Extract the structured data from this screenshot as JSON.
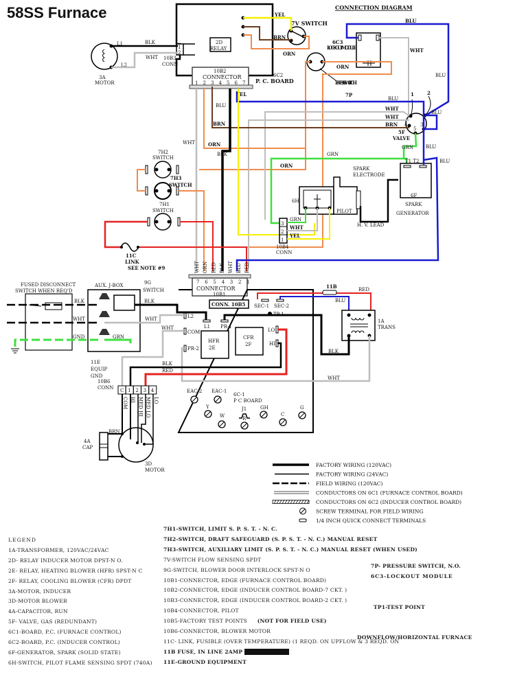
{
  "title": "58SS Furnace",
  "diagram_title": "CONNECTION DIAGRAM",
  "wire_colors": {
    "BLK": "#000000",
    "WHT": "#bdbdbd",
    "ORN": "#f08c4c",
    "BRN": "#6b3d1e",
    "YEL": "#f5f000",
    "BLU": "#1a1ad0",
    "GRN": "#3de03d",
    "RED": "#e52222"
  },
  "components": {
    "motor_3a": {
      "id": "3A",
      "name": "MOTOR",
      "terminals": [
        "L1",
        "L2"
      ]
    },
    "relay_2d": {
      "id": "2D",
      "name": "RELAY"
    },
    "conn_10b3": {
      "id": "10B3",
      "name": "CONN",
      "pins": [
        "1",
        "2"
      ]
    },
    "conn_10b2": {
      "id": "10B2",
      "name": "CONNECTOR",
      "pins": [
        "1",
        "2",
        "3",
        "4",
        "5",
        "6",
        "7"
      ]
    },
    "board_6c2": {
      "id": "6C2",
      "name": "P. C. BOARD"
    },
    "switch_7v": {
      "id": "7V",
      "name": "SWITCH"
    },
    "lockout_6c3": {
      "id": "6C3",
      "name": "LOCKOUT MODULE"
    },
    "press_switch_7p": {
      "id": "7P",
      "name": "PRESS. SWITCH"
    },
    "valve_5f": {
      "id": "5F",
      "name": "VALVE",
      "pins": [
        "1",
        "2",
        "3",
        "4",
        "5"
      ]
    },
    "spark_electrode": {
      "name": "SPARK ELECTRODE"
    },
    "spark_gen_6f": {
      "id": "6F",
      "name": "SPARK GENERATOR",
      "terminals": [
        "T1",
        "T2"
      ]
    },
    "pilot": {
      "name": "PILOT",
      "switch_id": "6H"
    },
    "hv_lead": {
      "name": "H. V. LEAD"
    },
    "conn_10b4": {
      "id": "10B4",
      "name": "CONN",
      "pins": [
        "3",
        "2",
        "1"
      ]
    },
    "switch_7h2": {
      "id": "7H2",
      "name": "SWITCH"
    },
    "switch_7h3": {
      "id": "7H3",
      "name": "SWITCH"
    },
    "switch_7h1": {
      "id": "7H1",
      "name": "SWITCH"
    },
    "link_11c": {
      "id": "11C",
      "name": "LINK",
      "note": "SEE NOTE #9"
    },
    "conn_10b1": {
      "id": "10B1",
      "name": "CONNECTOR",
      "pins": [
        "7",
        "6",
        "5",
        "4",
        "3",
        "2",
        "1"
      ],
      "wire_labels": [
        "WHT",
        "ORN",
        "RED",
        "BLK",
        "WHT",
        "BLU",
        "RED"
      ]
    },
    "conn_10b5": {
      "label": "CONN. 10B5"
    },
    "fused_disconnect": {
      "name": "FUSED DISCONNECT",
      "sub": "SWITCH WHEN REQ'D"
    },
    "aux_jbox": {
      "name": "AUX. J-BOX"
    },
    "switch_9g": {
      "id": "9G",
      "name": "SWITCH"
    },
    "equip_gnd_11e": {
      "id": "11E",
      "name": "EQUIP",
      "sub": "GND"
    },
    "conn_10b6": {
      "id": "10B6",
      "name": "CONN",
      "pins": [
        "C",
        "1",
        "2",
        "3",
        "4"
      ],
      "pin_labels": [
        "COM",
        "HI",
        "MED HI",
        "MED LO",
        "LO"
      ]
    },
    "cap_4a": {
      "id": "4A",
      "name": "CAP"
    },
    "motor_3d": {
      "id": "3D",
      "name": "MOTOR",
      "wire": "BRN"
    },
    "fuse_11b": {
      "id": "11B"
    },
    "trans_1a": {
      "id": "1A",
      "name": "TRANS"
    },
    "board_6c1": {
      "id": "6C-1",
      "name": "P C BOARD",
      "terminals": [
        "L2",
        "COM",
        "PR-2",
        "L1",
        "PR-1",
        "SEC-1",
        "SEC-2",
        "TP-1",
        "LO",
        "HI"
      ],
      "relays": [
        {
          "id": "HFR",
          "num": "2E"
        },
        {
          "id": "CFR",
          "num": "2F"
        }
      ],
      "screw_terminals": [
        "EAC-2",
        "EAC-1",
        "Y",
        "W",
        "J1",
        "R",
        "GH",
        "C",
        "G"
      ]
    }
  },
  "wire_text": {
    "blk": "BLK",
    "wht": "WHT",
    "orn": "ORN",
    "brn": "BRN",
    "yel": "YEL",
    "blu": "BLU",
    "grn": "GRN",
    "red": "RED",
    "gnd": "GND"
  },
  "key": [
    {
      "style": "thick",
      "label": "FACTORY WIRING (120VAC)"
    },
    {
      "style": "thin",
      "label": "FACTORY WIRING (24VAC)"
    },
    {
      "style": "dashed",
      "label": "FIELD WIRING (120VAC)"
    },
    {
      "style": "double",
      "label": "CONDUCTORS ON 6C1 (FURNACE CONTROL BOARD)"
    },
    {
      "style": "hatched",
      "label": "CONDUCTORS ON 6C2 (INDUCER CONTROL BOARD)"
    },
    {
      "style": "screw",
      "label": "SCREW TERMINAL FOR FIELD WIRING"
    },
    {
      "style": "quick",
      "label": "1/4 INCH QUICK CONNECT TERMINALS"
    }
  ],
  "legend": {
    "heading": "LEGEND",
    "left": [
      "1A-TRANSFORMER, 120VAC/24VAC",
      "2D- RELAY  INDUCER MOTOR DPST-N O.",
      "2E- RELAY, HEATING BLOWER (HFR) SPST-N C",
      "2F- RELAY, COOLING BLOWER (CFR) DPDT",
      "3A-MOTOR, INDUCER",
      "3D-MOTOR  BLOWER",
      "4A-CAPACITOR, RUN",
      "5F- VALVE, GAS (REDUNDANT)",
      "6C1-BOARD, P.C. (FURNACE CONTROL)",
      "6C2-BOARD, P.C. (INDUCER CONTROL)",
      "6F-GENERATOR, SPARK (SOLID STATE)",
      "6H-SWITCH, PILOT FLAME SENSING SPDT (740A)"
    ],
    "mid": [
      "7H1-SWITCH, LIMIT S. P. S. T. - N. C.",
      "7H2-SWITCH, DRAFT SAFEGUARD (S. P. S. T. - N. C.) MANUAL RESET",
      "7H3-SWITCH, AUXILIARY LIMIT (S. P. S. T. - N. C.) MANUAL RESET (WHEN USED)",
      "7V-SWITCH  FLOW SENSING SPDT",
      "9G-SWITCH, BLOWER DOOR INTERLOCK  SPST-N O",
      "10B1-CONNECTOR, EDGE (FURNACE CONTROL BOARD)",
      "10B2-CONNECTOR, EDGE (INDUCER CONTROL BOARD-7 CKT. )",
      "10B3-CONNECTOR, EDGE (INDUCER CONTROL BOARD-2 CKT. )",
      "10B4-CONNECTOR, PILOT",
      "10B5-FACTORY TEST POINTS",
      "10B6-CONNECTOR, BLOWER MOTOR",
      "11C- LINK, FUSIBLE (OVER TEMPERATURE) (1 REQD. ON UPFLOW & 3 REQD. ON",
      "11B FUSE, IN LINE 2AMP",
      "11E-GROUND EQUIPMENT"
    ],
    "mid_notes": {
      "not_for_field": "(NOT FOR FIELD USE)",
      "when_used": "(WHEN USED)",
      "downflow": "DOWNFLOW/HORIZONTAL FURNACE"
    },
    "right": [
      "7P- PRESSURE SWITCH, N.O.",
      "6C3-LOCKOUT MODULE",
      "TP1-TEST POINT"
    ]
  }
}
